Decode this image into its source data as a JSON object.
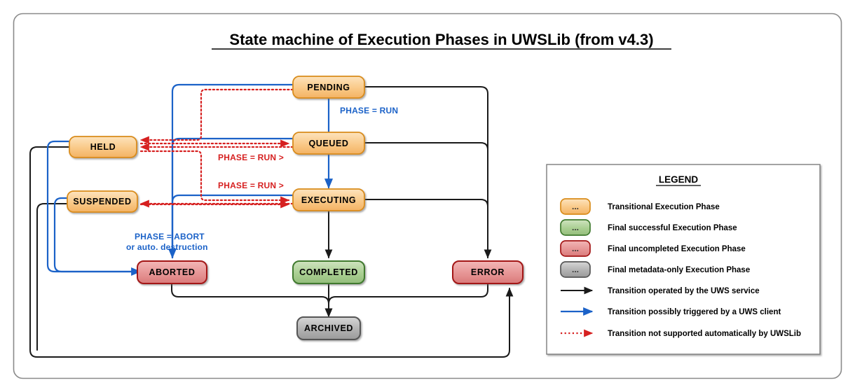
{
  "diagram": {
    "title": "State machine of Execution Phases in UWSLib (from v4.3)",
    "colors": {
      "transitional": "#f7c98b",
      "transitional_border": "#d98c1a",
      "success": "#a9cf93",
      "success_border": "#3f7a2e",
      "uncompleted": "#e89a9a",
      "uncompleted_border": "#a31515",
      "metadata": "#b4b4b4",
      "metadata_border": "#555555",
      "service_edge": "#1a1a1a",
      "client_edge": "#1b62c8",
      "unsupported_edge": "#d62020",
      "frame": "#8a8a8a"
    },
    "nodes": [
      {
        "id": "pending",
        "label": "PENDING",
        "kind": "transitional"
      },
      {
        "id": "queued",
        "label": "QUEUED",
        "kind": "transitional"
      },
      {
        "id": "executing",
        "label": "EXECUTING",
        "kind": "transitional"
      },
      {
        "id": "held",
        "label": "HELD",
        "kind": "transitional"
      },
      {
        "id": "suspended",
        "label": "SUSPENDED",
        "kind": "transitional"
      },
      {
        "id": "aborted",
        "label": "ABORTED",
        "kind": "uncompleted"
      },
      {
        "id": "error",
        "label": "ERROR",
        "kind": "uncompleted"
      },
      {
        "id": "completed",
        "label": "COMPLETED",
        "kind": "success"
      },
      {
        "id": "archived",
        "label": "ARCHIVED",
        "kind": "metadata"
      }
    ],
    "edge_labels": [
      {
        "id": "pending-to-queued",
        "text": "PHASE = RUN",
        "kind": "client"
      },
      {
        "id": "held-to-queued",
        "text": "PHASE = RUN >",
        "kind": "unsupported"
      },
      {
        "id": "suspended-to-executing",
        "text": "PHASE = RUN >",
        "kind": "unsupported"
      },
      {
        "id": "abort-line1",
        "text": "PHASE = ABORT",
        "kind": "client"
      },
      {
        "id": "abort-line2",
        "text": "or auto. destruction",
        "kind": "client"
      }
    ],
    "node_placeholder": "..."
  },
  "legend": {
    "title": "LEGEND",
    "items": [
      {
        "id": "transitional",
        "swatch": "node-transitional",
        "text": "Transitional Execution Phase"
      },
      {
        "id": "successful",
        "swatch": "node-success",
        "text": "Final successful Execution Phase"
      },
      {
        "id": "uncompleted",
        "swatch": "node-uncompleted",
        "text": "Final uncompleted Execution Phase"
      },
      {
        "id": "metadata-only",
        "swatch": "node-metadata",
        "text": "Final metadata-only Execution Phase"
      },
      {
        "id": "service",
        "swatch": "arrow-black",
        "text": "Transition operated by the UWS service"
      },
      {
        "id": "client",
        "swatch": "arrow-blue",
        "text": "Transition possibly triggered by a UWS client"
      },
      {
        "id": "unsupported",
        "swatch": "arrow-red-dotted",
        "text": "Transition not supported automatically by UWSLib"
      }
    ]
  }
}
